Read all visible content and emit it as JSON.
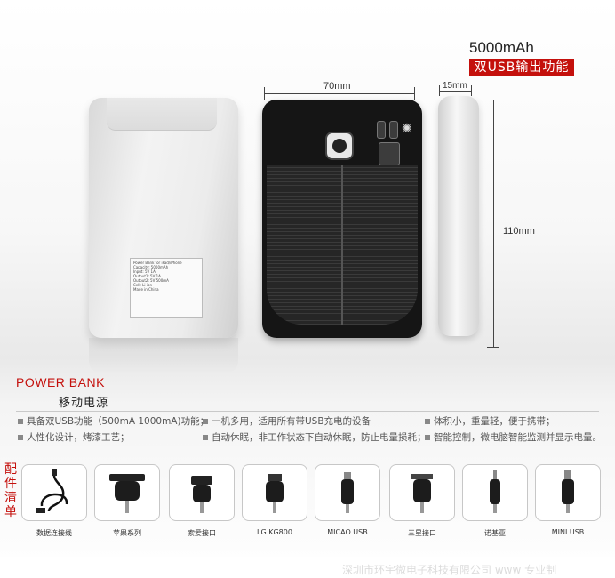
{
  "header": {
    "capacity": "5000mAh",
    "usb_badge": "双USB输出功能"
  },
  "product": {
    "label_lines": [
      "Power Bank for iPad/iPhone",
      "Capacity: 5000mAh",
      "Input: 5V 1A",
      "Output1: 5V 1A",
      "Output2: 5V 500mA",
      "Cell: Li-ion",
      "Made in China"
    ]
  },
  "dimensions": {
    "width": "70mm",
    "depth": "15mm",
    "height": "110mm"
  },
  "titles": {
    "power_bank": "POWER BANK",
    "power_bank_cn": "移动电源"
  },
  "features": [
    "具备双USB功能（500mA 1000mA)功能；",
    "一机多用，适用所有带USB充电的设备",
    "体积小，重量轻，便于携带；",
    "人性化设计，烤漆工艺；",
    "自动休眠，非工作状态下自动休眠，防止电量损耗；",
    "智能控制，微电脑智能监测并显示电量。"
  ],
  "accessories": {
    "section_label": "配件清单",
    "items": [
      {
        "name": "数据连接线",
        "icon": "data-cable-icon"
      },
      {
        "name": "苹果系列",
        "icon": "apple-connector-icon"
      },
      {
        "name": "索爱接口",
        "icon": "sony-ericsson-connector-icon"
      },
      {
        "name": "LG KG800",
        "icon": "lg-connector-icon"
      },
      {
        "name": "MICAO USB",
        "icon": "micro-usb-connector-icon"
      },
      {
        "name": "三星接口",
        "icon": "samsung-connector-icon"
      },
      {
        "name": "诺基亚",
        "icon": "nokia-connector-icon"
      },
      {
        "name": "MINI USB",
        "icon": "mini-usb-connector-icon"
      }
    ]
  },
  "footer": {
    "watermark": "深圳市环宇微电子科技有限公司 www 专业制"
  },
  "colors": {
    "accent": "#c4100c",
    "panel": "#151515"
  }
}
